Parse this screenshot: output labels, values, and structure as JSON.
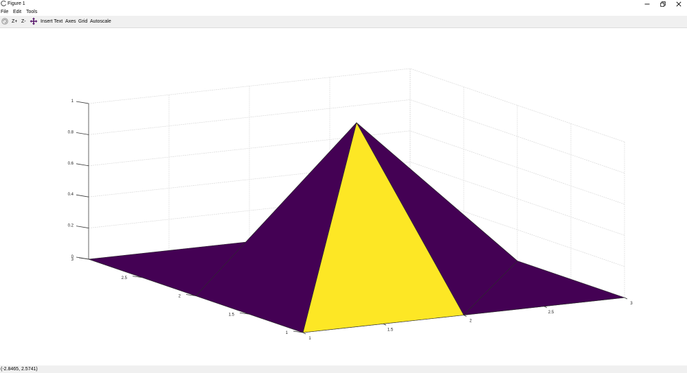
{
  "window": {
    "title": "Figure 1"
  },
  "menu": {
    "file": "File",
    "edit": "Edit",
    "tools": "Tools"
  },
  "toolbar": {
    "zoom_in": "Z+",
    "zoom_out": "Z-",
    "insert_text": "Insert Text",
    "axes": "Axes",
    "grid": "Grid",
    "autoscale": "Autoscale"
  },
  "status": {
    "coords": "(-2.8465, 2.5741)"
  },
  "icons": {
    "app": "app-icon",
    "rotate": "rotate-icon",
    "pan": "pan-icon",
    "minimize": "minimize-icon",
    "restore": "restore-icon",
    "close": "close-icon"
  },
  "colors": {
    "surface_dark": "#440154",
    "surface_light": "#fde725",
    "grid": "#d9d9d9"
  },
  "chart_data": {
    "type": "surface",
    "title": "",
    "xlabel": "",
    "ylabel": "",
    "zlabel": "",
    "xlim": [
      1,
      3
    ],
    "ylim": [
      1,
      3
    ],
    "zlim": [
      0,
      1
    ],
    "grid": true,
    "x_ticks": [
      "1",
      "1.5",
      "2",
      "2.5",
      "3"
    ],
    "y_ticks": [
      "1",
      "1.5",
      "2",
      "2.5",
      "3"
    ],
    "z_ticks": [
      "0",
      "0.2",
      "0.4",
      "0.6",
      "0.8",
      "1"
    ],
    "vertices": [
      {
        "x": 1,
        "y": 1,
        "z": 0
      },
      {
        "x": 2,
        "y": 1,
        "z": 0
      },
      {
        "x": 3,
        "y": 1,
        "z": 0
      },
      {
        "x": 1,
        "y": 2,
        "z": 0
      },
      {
        "x": 2,
        "y": 2,
        "z": 1
      },
      {
        "x": 3,
        "y": 2,
        "z": 0
      },
      {
        "x": 1,
        "y": 3,
        "z": 0
      },
      {
        "x": 2,
        "y": 3,
        "z": 0
      },
      {
        "x": 3,
        "y": 3,
        "z": 0
      }
    ]
  }
}
